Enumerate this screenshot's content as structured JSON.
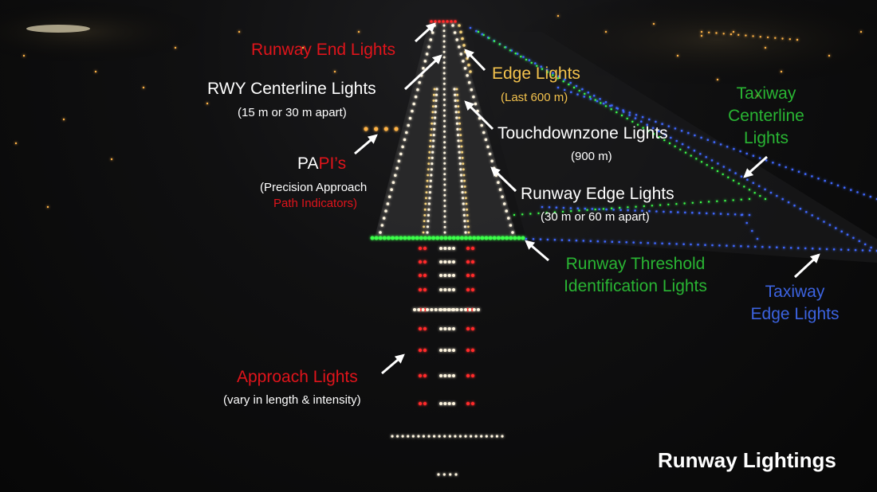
{
  "title": "Runway Lightings",
  "colors": {
    "red": "#e0141b",
    "gold": "#f3c24d",
    "green": "#29b533",
    "blue": "#3c63e0",
    "white": "#ffffff"
  },
  "labels": {
    "runway_end": "Runway End Lights",
    "centerline": "RWY Centerline Lights",
    "centerline_sub": "(15 m or 30 m apart)",
    "edge": "Edge Lights",
    "edge_sub": "(Last 600 m)",
    "touchdown": "Touchdownzone Lights",
    "touchdown_sub": "(900 m)",
    "papi_pa": "PA",
    "papi_pi": "PI’s",
    "papi_sub1": "(Precision Approach",
    "papi_sub2": "Path Indicators)",
    "runway_edge": "Runway Edge Lights",
    "runway_edge_sub": "(30 m or 60 m apart)",
    "taxiway_centerline_1": "Taxiway",
    "taxiway_centerline_2": "Centerline",
    "taxiway_centerline_3": "Lights",
    "threshold_1": "Runway Threshold",
    "threshold_2": "Identification Lights",
    "taxiway_edge_1": "Taxiway",
    "taxiway_edge_2": "Edge Lights",
    "approach": "Approach Lights",
    "approach_sub": "(vary in length & intensity)"
  }
}
